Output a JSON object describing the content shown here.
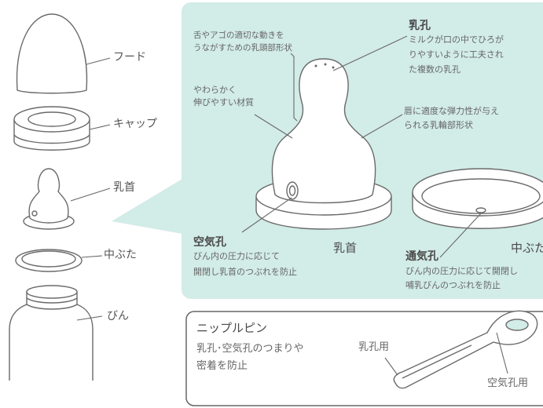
{
  "parts": {
    "hood": "フード",
    "cap": "キャップ",
    "nipple": "乳首",
    "inner_lid": "中ぶた",
    "bottle": "びん"
  },
  "detail": {
    "tip_desc": [
      "舌やアゴの適切な動きを",
      "うながすための乳頭部形状"
    ],
    "nipple_hole_title": "乳孔",
    "nipple_hole_desc": [
      "ミルクが口の中でひろが",
      "りやすいように工夫され",
      "た複数の乳孔"
    ],
    "soft_desc": [
      "やわらかく",
      "伸びやすい材質"
    ],
    "areola_desc": [
      "唇に適度な弾力性が与え",
      "られる乳輪部形状"
    ],
    "air_hole_title": "空気孔",
    "air_hole_desc": [
      "びん内の圧力に応じて",
      "開閉し乳首のつぶれを防止"
    ],
    "nipple_label": "乳首",
    "vent_title": "通気孔",
    "vent_desc": [
      "びん内の圧力に応じて開閉し",
      "哺乳びんのつぶれを防止"
    ],
    "inner_lid_label": "中ぶた"
  },
  "pin": {
    "title": "ニップルピン",
    "desc": [
      "乳孔･空気孔のつまりや",
      "密着を防止"
    ],
    "label_nipple_hole": "乳孔用",
    "label_air_hole": "空気孔用"
  },
  "colors": {
    "panel": "#d2ece7",
    "line": "#6a6a6a",
    "fill": "#ffffff"
  }
}
